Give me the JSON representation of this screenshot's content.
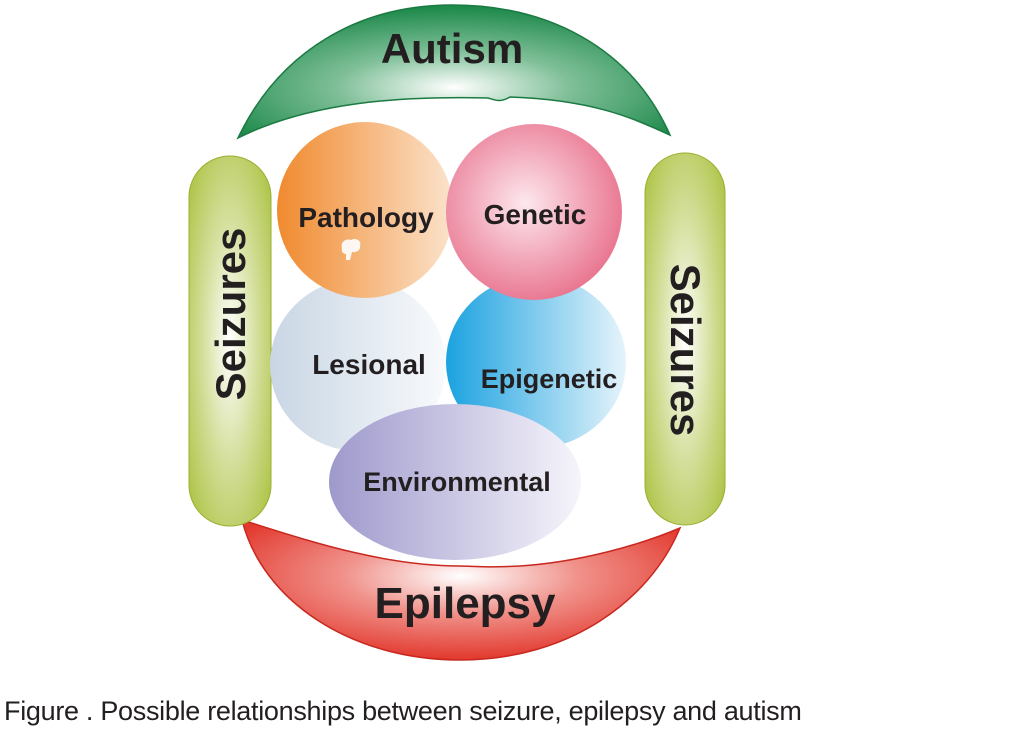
{
  "diagram": {
    "top_arc": {
      "label": "Autism",
      "color": "#1f8a4c"
    },
    "bottom_arc": {
      "label": "Epilepsy",
      "color": "#e2382d"
    },
    "side_pills": [
      {
        "label": "Seizures",
        "side": "left",
        "text_direction": "bottom-to-top",
        "color": "#a8c03a"
      },
      {
        "label": "Seizures",
        "side": "right",
        "text_direction": "top-to-bottom",
        "color": "#a8c03a"
      }
    ],
    "factors": [
      {
        "label": "Pathology",
        "color": "#f08a2e"
      },
      {
        "label": "Genetic",
        "color": "#e8708c"
      },
      {
        "label": "Lesional",
        "color": "#c9d6e4"
      },
      {
        "label": "Epigenetic",
        "color": "#1ba2e0"
      },
      {
        "label": "Environmental",
        "color": "#9e99cc"
      }
    ]
  },
  "caption": "Figure . Possible relationships between seizure, epilepsy and autism"
}
